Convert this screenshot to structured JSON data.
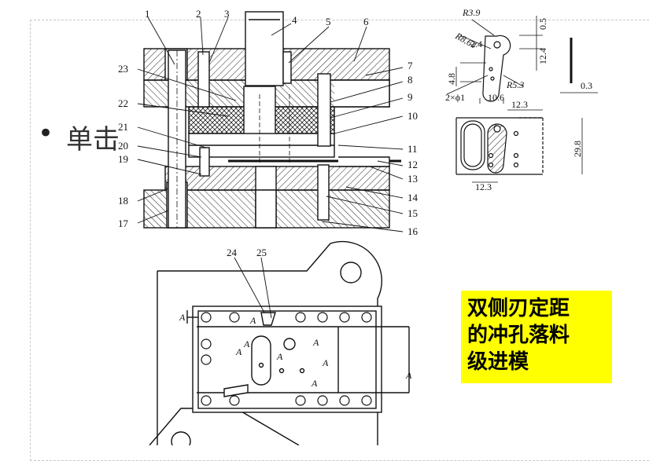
{
  "slide": {
    "bullet_symbol": "•",
    "bullet_text_partial": "单击"
  },
  "caption": {
    "lines": [
      "双侧刃定距",
      "的冲孔落料",
      "级进模"
    ],
    "background": "#ffff00"
  },
  "die_section": {
    "part_numbers": [
      "1",
      "2",
      "3",
      "4",
      "5",
      "6",
      "7",
      "8",
      "9",
      "10",
      "11",
      "12",
      "13",
      "14",
      "15",
      "16",
      "17",
      "18",
      "19",
      "20",
      "21",
      "22",
      "23"
    ]
  },
  "die_plan": {
    "part_numbers": [
      "24",
      "25"
    ],
    "section_marks": [
      "A",
      "A",
      "A",
      "A",
      "A",
      "A",
      "A",
      "A",
      "A"
    ]
  },
  "part_drawing": {
    "dimensions": {
      "r_small": "R3.9",
      "r_mid": "R8.64",
      "r_large": "R5.3",
      "d_0_5": "0.5",
      "d_2_4": "2.4",
      "d_12_4": "12.4",
      "d_4_8": "4.8",
      "holes": "2×ϕ1",
      "d_10_6": "10.6",
      "thickness": "0.3"
    }
  },
  "strip_layout": {
    "dimensions": {
      "pitch_top": "12.3",
      "pitch_bottom": "12.3",
      "width": "29.8"
    }
  }
}
